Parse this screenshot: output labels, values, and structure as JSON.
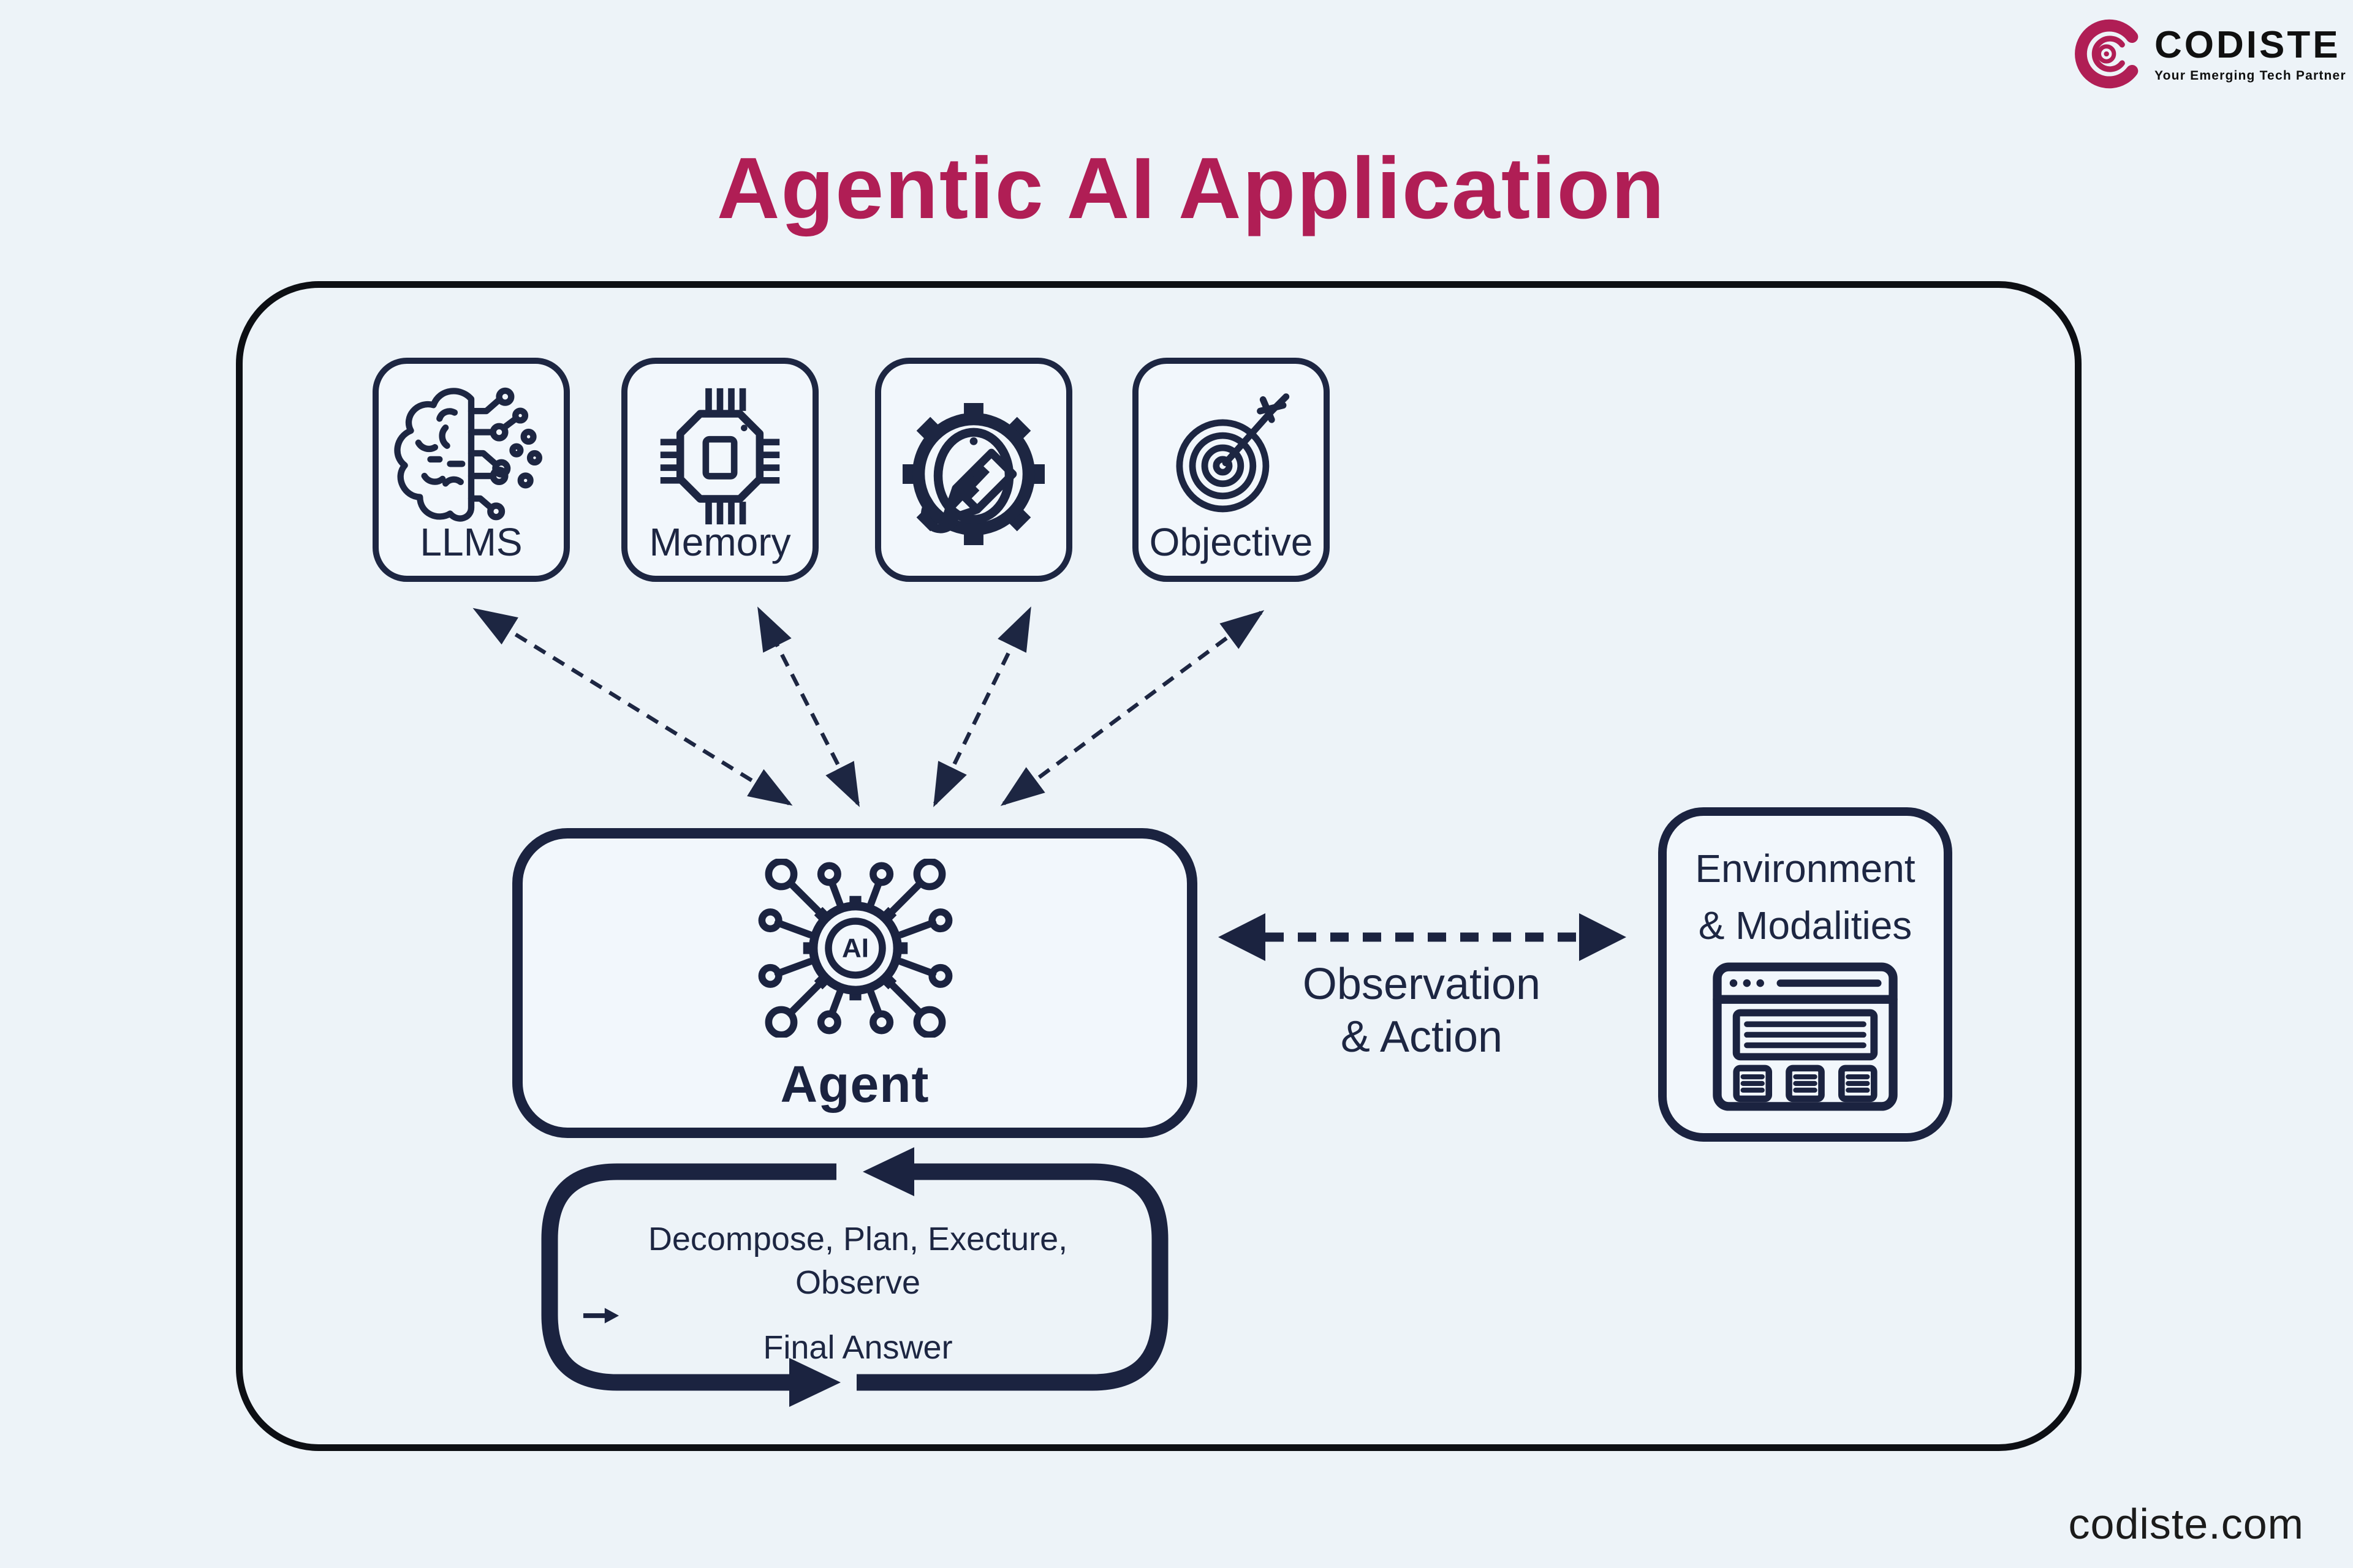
{
  "header": {
    "title": "Agentic AI Application",
    "logo": {
      "name": "CODISTE",
      "tagline": "Your Emerging Tech Partner"
    }
  },
  "footer": {
    "url": "codiste.com"
  },
  "colors": {
    "accent": "#b01e55",
    "navy": "#1d2642",
    "loop_navy": "#1b2340",
    "outer_border": "#0d0f14",
    "background": "#edf3f8",
    "box_fill": "#f2f7fc",
    "logo_text": "#101010"
  },
  "diagram": {
    "components": [
      {
        "id": "llms",
        "label": "LLMS",
        "icon": "brain-circuit-icon"
      },
      {
        "id": "memory",
        "label": "Memory",
        "icon": "memory-chip-icon"
      },
      {
        "id": "tools",
        "label": "",
        "icon": "gear-wrench-icon"
      },
      {
        "id": "objective",
        "label": "Objective",
        "icon": "target-arrow-icon"
      }
    ],
    "agent": {
      "label": "Agent",
      "chip_text": "AI",
      "icon": "ai-network-icon"
    },
    "environment": {
      "line1": "Environment",
      "line2": "& Modalities",
      "icon": "browser-window-icon"
    },
    "observation": {
      "line1": "Observation",
      "line2": "& Action"
    },
    "loop": {
      "line1": "Decompose, Plan, Execture,",
      "line2_left": "Observe",
      "line2_right": "Final Answer"
    },
    "connections": {
      "agent_to_components": "dashed double-headed arrows",
      "agent_to_environment": "dashed double-headed arrow",
      "agent_loop": "solid cycle arrows"
    }
  }
}
